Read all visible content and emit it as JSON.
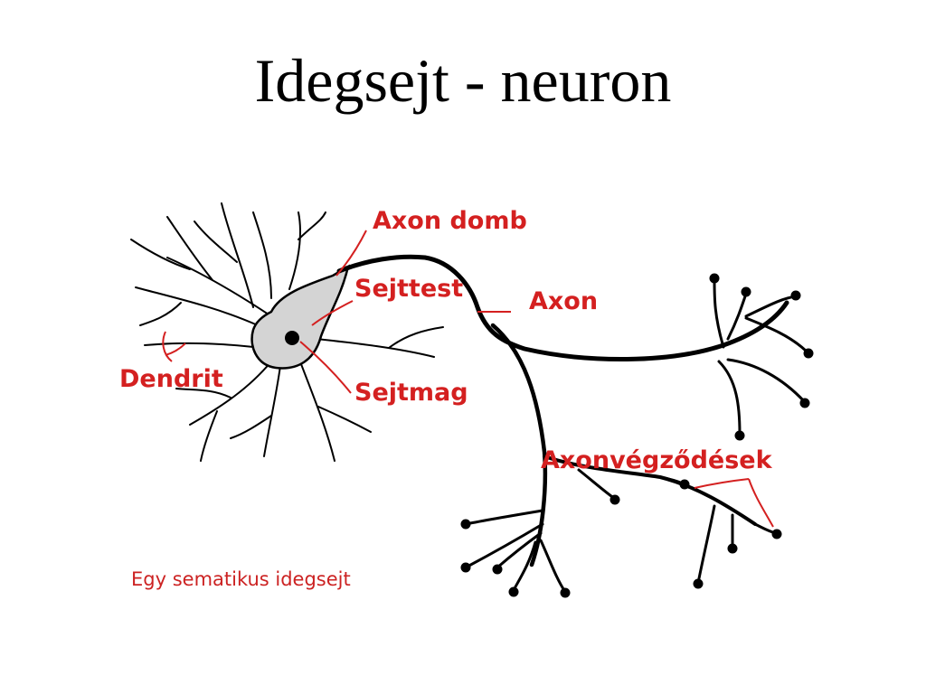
{
  "title": "Idegsejt - neuron",
  "diagram": {
    "labels": {
      "axon_hillock": "Axon domb",
      "cell_body": "Sejttest",
      "axon": "Axon",
      "dendrite": "Dendrit",
      "nucleus": "Sejtmag",
      "axon_terminals": "Axonvégződések"
    },
    "caption": "Egy sematikus idegsejt",
    "colors": {
      "label": "#d42020",
      "caption": "#cc2222",
      "line": "#000000",
      "body_fill": "#d4d4d4"
    }
  }
}
